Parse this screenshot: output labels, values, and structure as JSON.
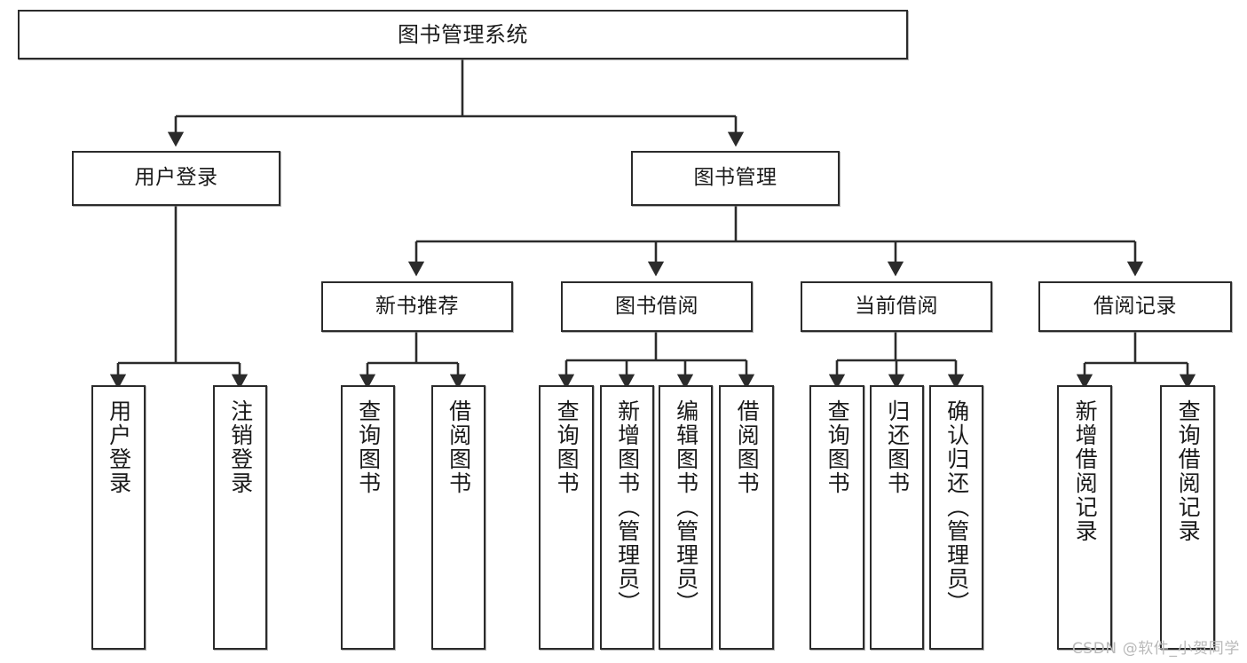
{
  "diagram": {
    "title": "图书管理系统",
    "type": "tree-hierarchy",
    "watermark": "CSDN @软件_小贺同学",
    "colors": {
      "box_border": "#2b2b2b",
      "box_fill": "#ffffff",
      "edge": "#2b2b2b",
      "text": "#1a1a1a",
      "watermark": "#b9b9b9",
      "background": "#ffffff"
    }
  },
  "nodes": {
    "root": {
      "label": "图书管理系统"
    },
    "level2": [
      {
        "id": "user-login",
        "label": "用户登录"
      },
      {
        "id": "book-manage",
        "label": "图书管理"
      }
    ],
    "level3": [
      {
        "id": "new-book-recommend",
        "label": "新书推荐"
      },
      {
        "id": "book-borrow",
        "label": "图书借阅"
      },
      {
        "id": "current-borrow",
        "label": "当前借阅"
      },
      {
        "id": "borrow-record",
        "label": "借阅记录"
      }
    ],
    "leaves": {
      "user-login": [
        {
          "id": "leaf-user-login",
          "label": "用户登录"
        },
        {
          "id": "leaf-logout",
          "label": "注销登录"
        }
      ],
      "new-book-recommend": [
        {
          "id": "leaf-query-book-1",
          "label": "查询图书"
        },
        {
          "id": "leaf-borrow-book-1",
          "label": "借阅图书"
        }
      ],
      "book-borrow": [
        {
          "id": "leaf-query-book-2",
          "label": "查询图书"
        },
        {
          "id": "leaf-add-book",
          "label": "新增图书（管理员）"
        },
        {
          "id": "leaf-edit-book",
          "label": "编辑图书（管理员）"
        },
        {
          "id": "leaf-borrow-book-2",
          "label": "借阅图书"
        }
      ],
      "current-borrow": [
        {
          "id": "leaf-query-book-3",
          "label": "查询图书"
        },
        {
          "id": "leaf-return-book",
          "label": "归还图书"
        },
        {
          "id": "leaf-confirm-return",
          "label": "确认归还（管理员）"
        }
      ],
      "borrow-record": [
        {
          "id": "leaf-add-record",
          "label": "新增借阅记录"
        },
        {
          "id": "leaf-query-record",
          "label": "查询借阅记录"
        }
      ]
    }
  }
}
